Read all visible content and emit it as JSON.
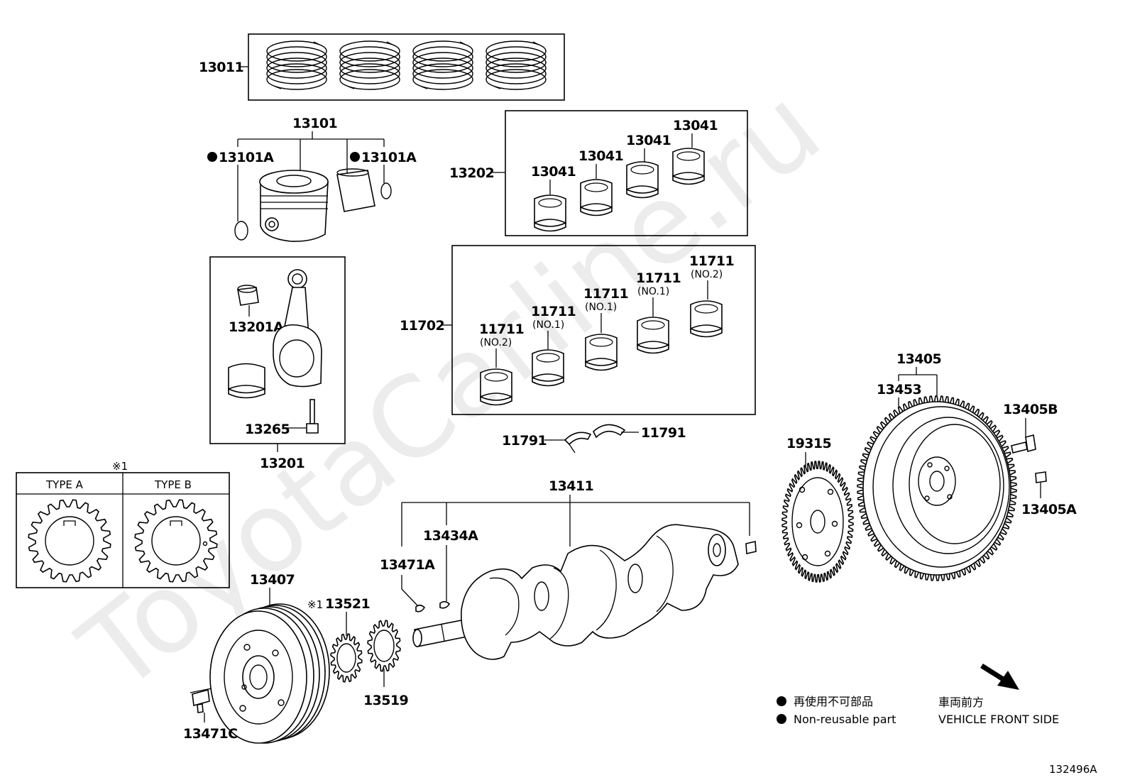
{
  "watermark": "ToyotaCarline.ru",
  "labels": {
    "p13011": "13011",
    "p13101": "13101",
    "p13101A_l": "13101A",
    "p13101A_r": "13101A",
    "p13202": "13202",
    "p13041_a": "13041",
    "p13041_b": "13041",
    "p13041_c": "13041",
    "p13041_d": "13041",
    "p13201A": "13201A",
    "p13265": "13265",
    "p13201": "13201",
    "p11702": "11702",
    "p11711_a": "11711",
    "p11711_b": "11711",
    "p11711_c": "11711",
    "p11711_d": "11711",
    "p11711_e": "11711",
    "no2_a": "(NO.2)",
    "no1_b": "(NO.1)",
    "no1_c": "(NO.1)",
    "no1_d": "(NO.1)",
    "no2_e": "(NO.2)",
    "p11791_l": "11791",
    "p11791_r": "11791",
    "p13411": "13411",
    "p13434A": "13434A",
    "p13471A": "13471A",
    "p13407": "13407",
    "p13521": "13521",
    "p13519": "13519",
    "p13471C": "13471C",
    "p13405": "13405",
    "p13453": "13453",
    "p13405B": "13405B",
    "p13405A": "13405A",
    "p19315": "19315",
    "note_mark": "※1",
    "note_mark2": "※1"
  },
  "types": {
    "a": "TYPE A",
    "b": "TYPE B"
  },
  "legend": {
    "jp": "再使用不可部品",
    "en": "Non-reusable part",
    "front_jp": "車両前方",
    "front_en": "VEHICLE FRONT SIDE"
  },
  "figure_id": "132496A"
}
